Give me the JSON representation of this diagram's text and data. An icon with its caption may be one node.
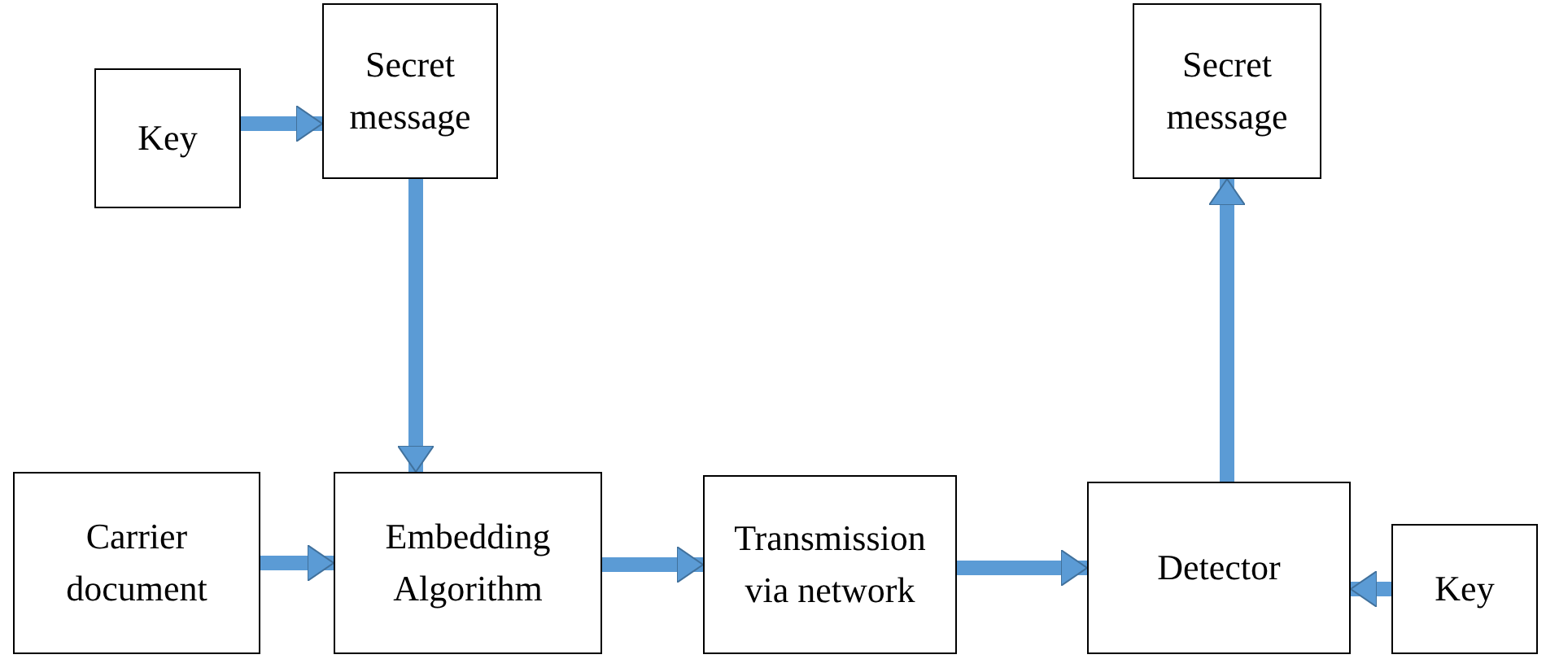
{
  "diagram": {
    "nodes": [
      {
        "text": [
          "Key"
        ]
      },
      {
        "text": [
          "Secret message"
        ]
      },
      {
        "text": [
          "Secret message"
        ]
      },
      {
        "text": [
          "Carrier document"
        ]
      },
      {
        "text": [
          "Embedding Algorithm"
        ]
      },
      {
        "text": [
          "Transmission via network"
        ]
      },
      {
        "text": [
          "Detector"
        ]
      },
      {
        "text": [
          "Key"
        ]
      }
    ],
    "edges": [
      {
        "from": 0,
        "to": 1,
        "arrow": "to"
      },
      {
        "from": 1,
        "to": 4,
        "arrow": "to"
      },
      {
        "from": 3,
        "to": 4,
        "arrow": "to"
      },
      {
        "from": 4,
        "to": 5,
        "arrow": "to"
      },
      {
        "from": 5,
        "to": 6,
        "arrow": "to"
      },
      {
        "from": 6,
        "to": 2,
        "arrow": "to"
      },
      {
        "from": 7,
        "to": 6,
        "arrow": "to"
      }
    ]
  }
}
